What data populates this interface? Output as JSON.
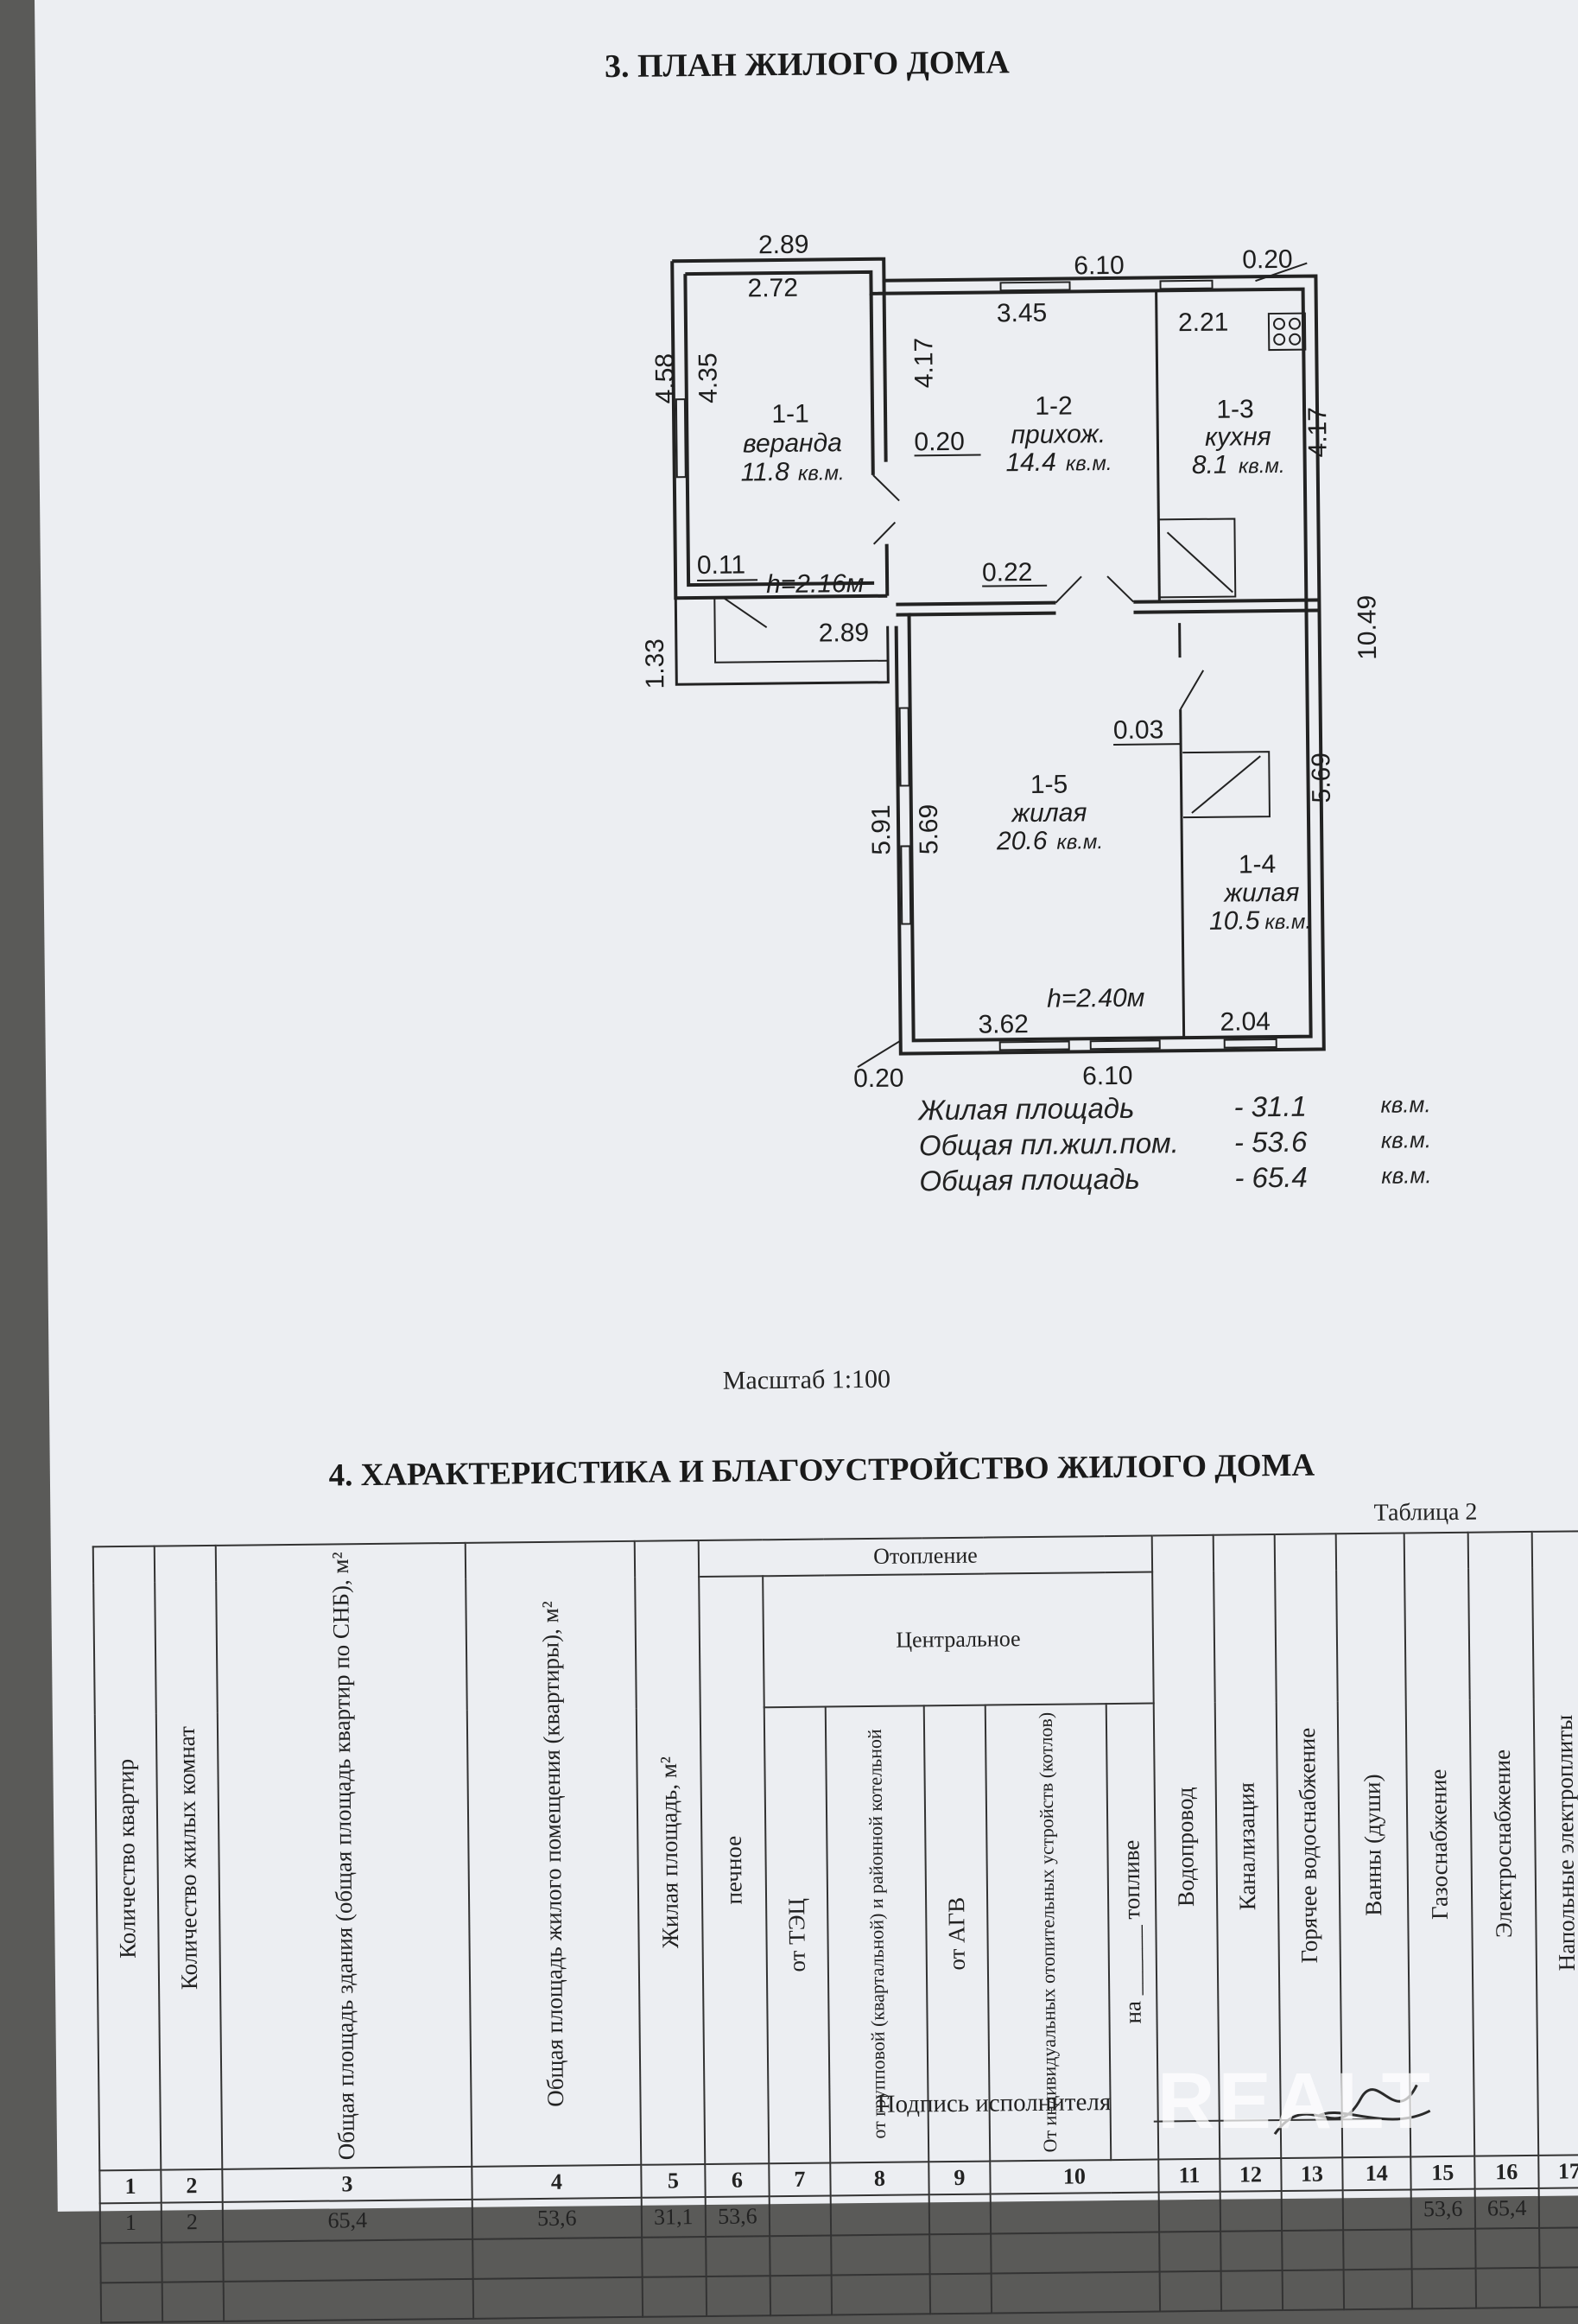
{
  "plan": {
    "title": "3. ПЛАН ЖИЛОГО ДОМА",
    "dims": {
      "top_left_outer": "2.89",
      "top_left_inner": "2.72",
      "top_right_outer": "6.10",
      "top_right_wall": "0.20",
      "hall_width": "3.45",
      "kitchen_width": "2.21",
      "left_outer_height": "4.58",
      "left_inner_height": "4.35",
      "hall_height": "4.17",
      "right_top_height": "4.17",
      "inner_wall": "0.20",
      "veranda_wall": "0.11",
      "veranda_h": "h=2.16м",
      "veranda_bottom": "2.89",
      "porch_height": "1.33",
      "partition": "0.22",
      "right_outer_height": "10.49",
      "small_partition": "0.03",
      "bottom_left_outer": "5.91",
      "bottom_left_inner": "5.69",
      "bottom_right_inner": "5.69",
      "house_h": "h=2.40м",
      "bottom_left_width": "3.62",
      "bottom_right_width": "2.04",
      "bottom_wall": "0.20",
      "bottom_outer": "6.10"
    },
    "rooms": [
      {
        "id": "1-1",
        "name": "веранда",
        "area": "11.8",
        "unit": "кв.м."
      },
      {
        "id": "1-2",
        "name": "прихож.",
        "area": "14.4",
        "unit": "кв.м."
      },
      {
        "id": "1-3",
        "name": "кухня",
        "area": "8.1",
        "unit": "кв.м."
      },
      {
        "id": "1-5",
        "name": "жилая",
        "area": "20.6",
        "unit": "кв.м."
      },
      {
        "id": "1-4",
        "name": "жилая",
        "area": "10.5",
        "unit": "кв.м."
      }
    ],
    "summary": [
      {
        "label": "Жилая площадь",
        "value": "- 31.1",
        "unit": "кв.м."
      },
      {
        "label": "Общая пл.жил.пом.",
        "value": "- 53.6",
        "unit": "кв.м."
      },
      {
        "label": "Общая площадь",
        "value": "- 65.4",
        "unit": "кв.м."
      }
    ],
    "scale": "Масштаб 1:100"
  },
  "characteristics": {
    "title": "4. ХАРАКТЕРИСТИКА И БЛАГОУСТРОЙСТВО ЖИЛОГО ДОМА",
    "table_caption": "Таблица 2",
    "group_heating": "Отопление",
    "group_central": "Центральное",
    "headers": [
      "Количество квартир",
      "Количество жилых комнат",
      "Общая площадь здания (общая площадь квартир по СНБ), м²",
      "Общая площадь жилого помещения (квартиры), м²",
      "Жилая площадь, м²",
      "печное",
      "от ТЭЦ",
      "от групповой (квартальной) и районной котельной",
      "от АГВ",
      "От индивидуальных отопительных устройств (котлов)",
      "на ______ топливе",
      "Водопровод",
      "Канализация",
      "Горячее водоснабжение",
      "Ванны (души)",
      "Газоснабжение",
      "Электроснабжение",
      "Напольные электроплиты"
    ],
    "col_numbers": [
      "1",
      "2",
      "3",
      "4",
      "5",
      "6",
      "7",
      "8",
      "9",
      "10",
      "11",
      "12",
      "13",
      "14",
      "15",
      "16",
      "17"
    ],
    "row1": [
      "1",
      "2",
      "65,4",
      "53,6",
      "31,1",
      "53,6",
      "",
      "",
      "",
      "",
      "",
      "",
      "",
      "",
      "53,6",
      "65,4",
      ""
    ]
  },
  "signature": {
    "label": "Подпись исполнителя"
  },
  "watermark": "REALT"
}
